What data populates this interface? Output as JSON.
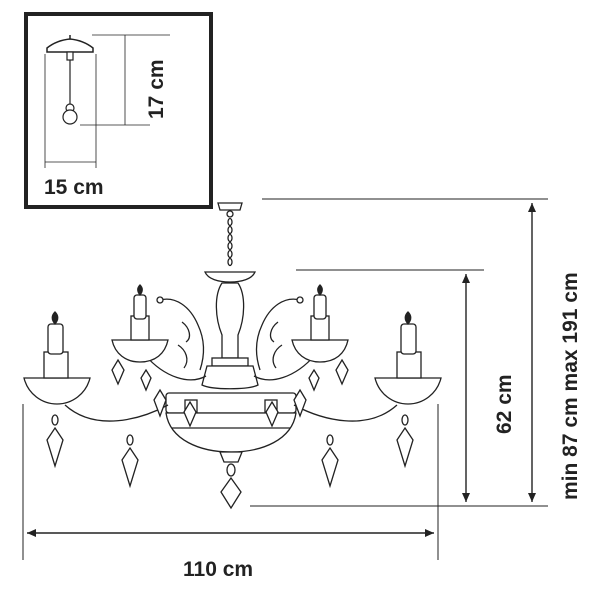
{
  "inset": {
    "height_label": "17 cm",
    "width_label": "15 cm"
  },
  "dimensions": {
    "width_label": "110 cm",
    "body_height_label": "62 cm",
    "total_height_label": "min 87 cm max 191 cm"
  },
  "colors": {
    "line": "#222222",
    "background": "#ffffff"
  }
}
